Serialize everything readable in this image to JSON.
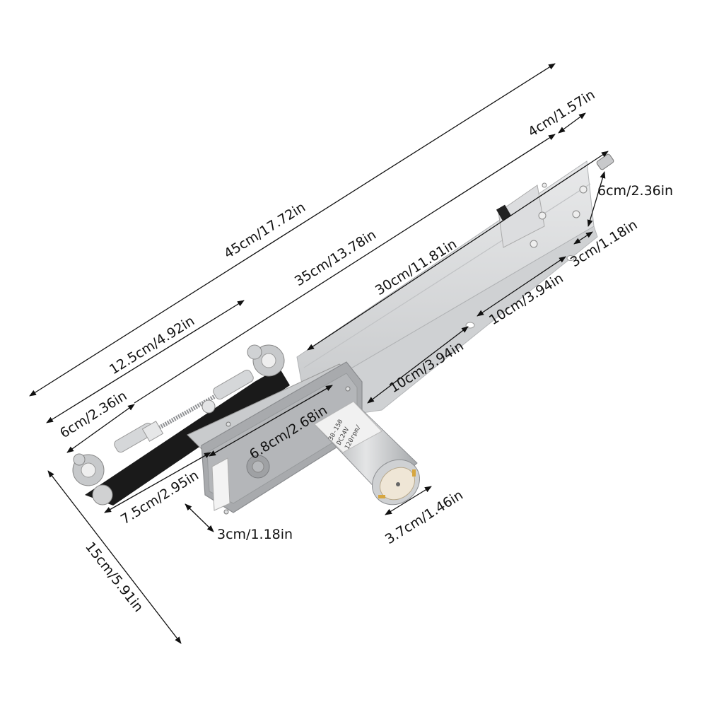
{
  "product": {
    "name": "linear actuator with DC gear motor",
    "motor_label": {
      "line1": "30-150",
      "line2": "DC24V",
      "line3": "120rpm/"
    }
  },
  "dimensions": {
    "overall_length": "45cm/17.72in",
    "rail_length": "35cm/13.78in",
    "bar_length": "30cm/11.81in",
    "rod_end_length": "12.5cm/4.92in",
    "rod_short": "6cm/2.36in",
    "tip_extension": "4cm/1.57in",
    "end_plate_height": "6cm/2.36in",
    "flange_width": "3cm/1.18in",
    "hole_spacing_1": "10cm/3.94in",
    "hole_spacing_2": "10cm/3.94in",
    "gearbox_length": "6.8cm/2.68in",
    "gearbox_width": "7.5cm/2.95in",
    "gearbox_depth": "3cm/1.18in",
    "motor_diameter": "3.7cm/1.46in",
    "stroke_height": "15cm/5.91in"
  },
  "colors": {
    "background": "#ffffff",
    "aluminum": "#d9dadb",
    "aluminum_dark": "#b9bbbd",
    "gearbox": "#a9abad",
    "motor_can": "#c8cacc",
    "motor_label": "#f2f2f2",
    "link_bar": "#1a1a1a",
    "line": "#111111"
  }
}
